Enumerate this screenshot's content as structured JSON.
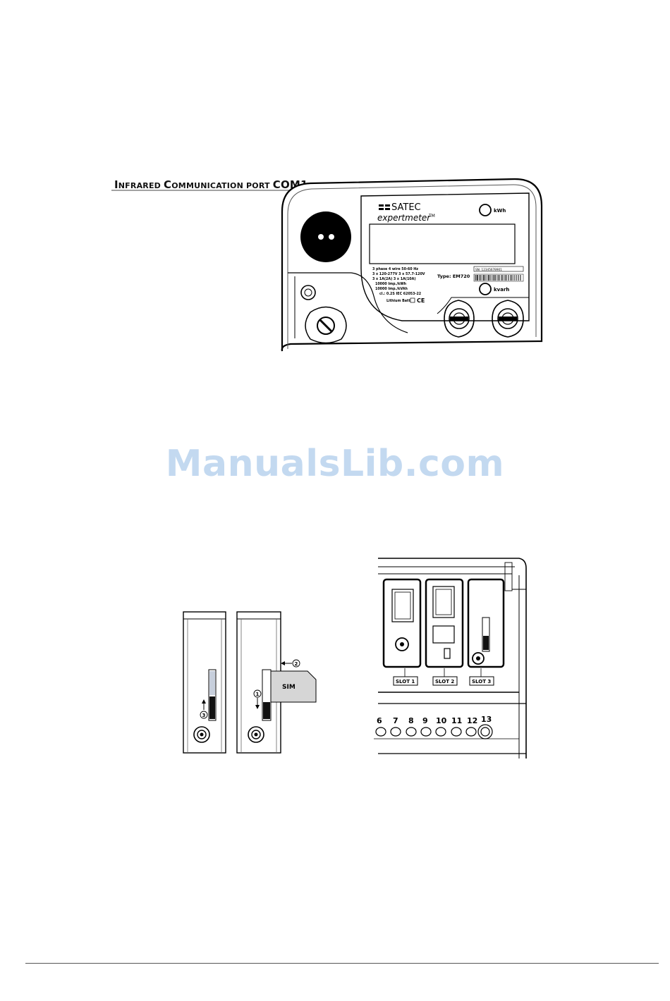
{
  "figure_top": {
    "caption_prefix_big1": "I",
    "caption_prefix_small1": "NFRARED ",
    "caption_prefix_big2": "C",
    "caption_prefix_small2": "OMMUNICATION PORT",
    "caption_com": "COM1",
    "brand": "SATEC",
    "product": "expertmeter",
    "product_tm": "TM",
    "led_kwh": "kWh",
    "led_kvarh": "kvarh",
    "type_label": "Type: EM720",
    "sn_label": "SN: 12345678901",
    "spec_lines": [
      "3 phase 4 wire     50-60 Hz",
      "3 x 120-277V      3 x 57.7-120V",
      "3 x 1A(2A)         3 x 1A(10A)",
      "10000 Imp./kWh",
      "10000 Imp./kVAh",
      "cl.: 0.2S IEC 62053-22",
      "Lithium Batt"
    ]
  },
  "watermark": "ManualsLib.com",
  "figure_sim": {
    "sim_label": "SIM",
    "step1": "1",
    "step2": "2",
    "step3": "3"
  },
  "figure_slots": {
    "slots": [
      "SLOT 1",
      "SLOT 2",
      "SLOT 3"
    ],
    "terminals": [
      "6",
      "7",
      "8",
      "9",
      "10",
      "11",
      "12",
      "13"
    ]
  }
}
